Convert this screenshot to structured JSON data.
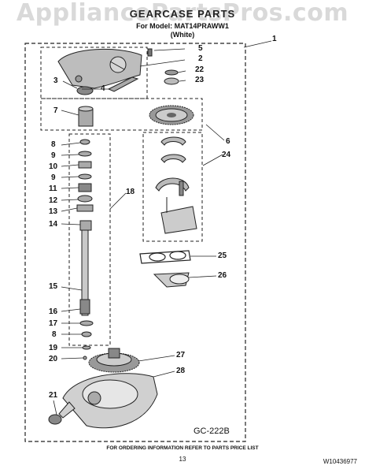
{
  "watermark": "AppliancePartsPros.com",
  "header": {
    "title": "GEARCASE PARTS",
    "model": "For Model: MAT14PRAWW1",
    "color": "(White)"
  },
  "callouts": [
    "1",
    "2",
    "3",
    "4",
    "5",
    "6",
    "7",
    "8",
    "9",
    "10",
    "9",
    "11",
    "12",
    "13",
    "14",
    "15",
    "16",
    "17",
    "8",
    "19",
    "20",
    "21",
    "22",
    "23",
    "24",
    "25",
    "26",
    "27",
    "28",
    "18"
  ],
  "diagram_code": "GC-222B",
  "footer": {
    "note": "FOR ORDERING INFORMATION REFER TO PARTS PRICE LIST",
    "page": "13",
    "doc_number": "W10436977"
  }
}
